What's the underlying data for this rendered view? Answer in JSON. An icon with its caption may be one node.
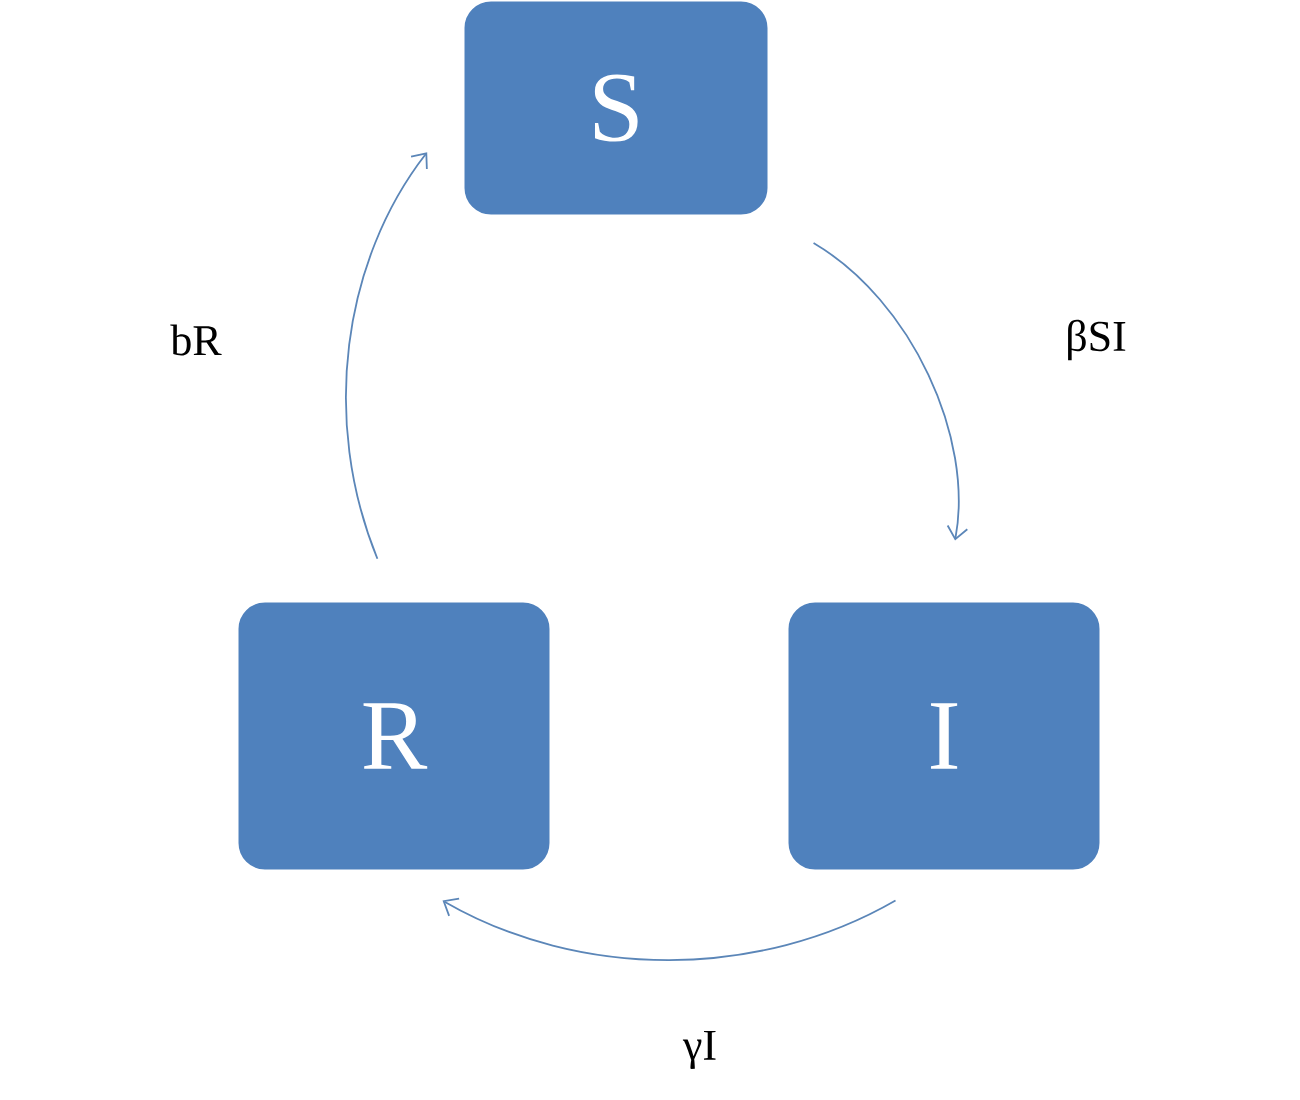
{
  "diagram": {
    "nodes": [
      {
        "text": [
          "S"
        ]
      },
      {
        "text": [
          "I"
        ]
      },
      {
        "text": [
          "R"
        ]
      }
    ],
    "edges": [
      {
        "from": 0,
        "to": 1,
        "arrow": "to",
        "label": "βSI"
      },
      {
        "from": 1,
        "to": 2,
        "arrow": "to",
        "label": "γI"
      },
      {
        "from": 2,
        "to": 0,
        "arrow": "to",
        "label": "bR"
      }
    ]
  }
}
